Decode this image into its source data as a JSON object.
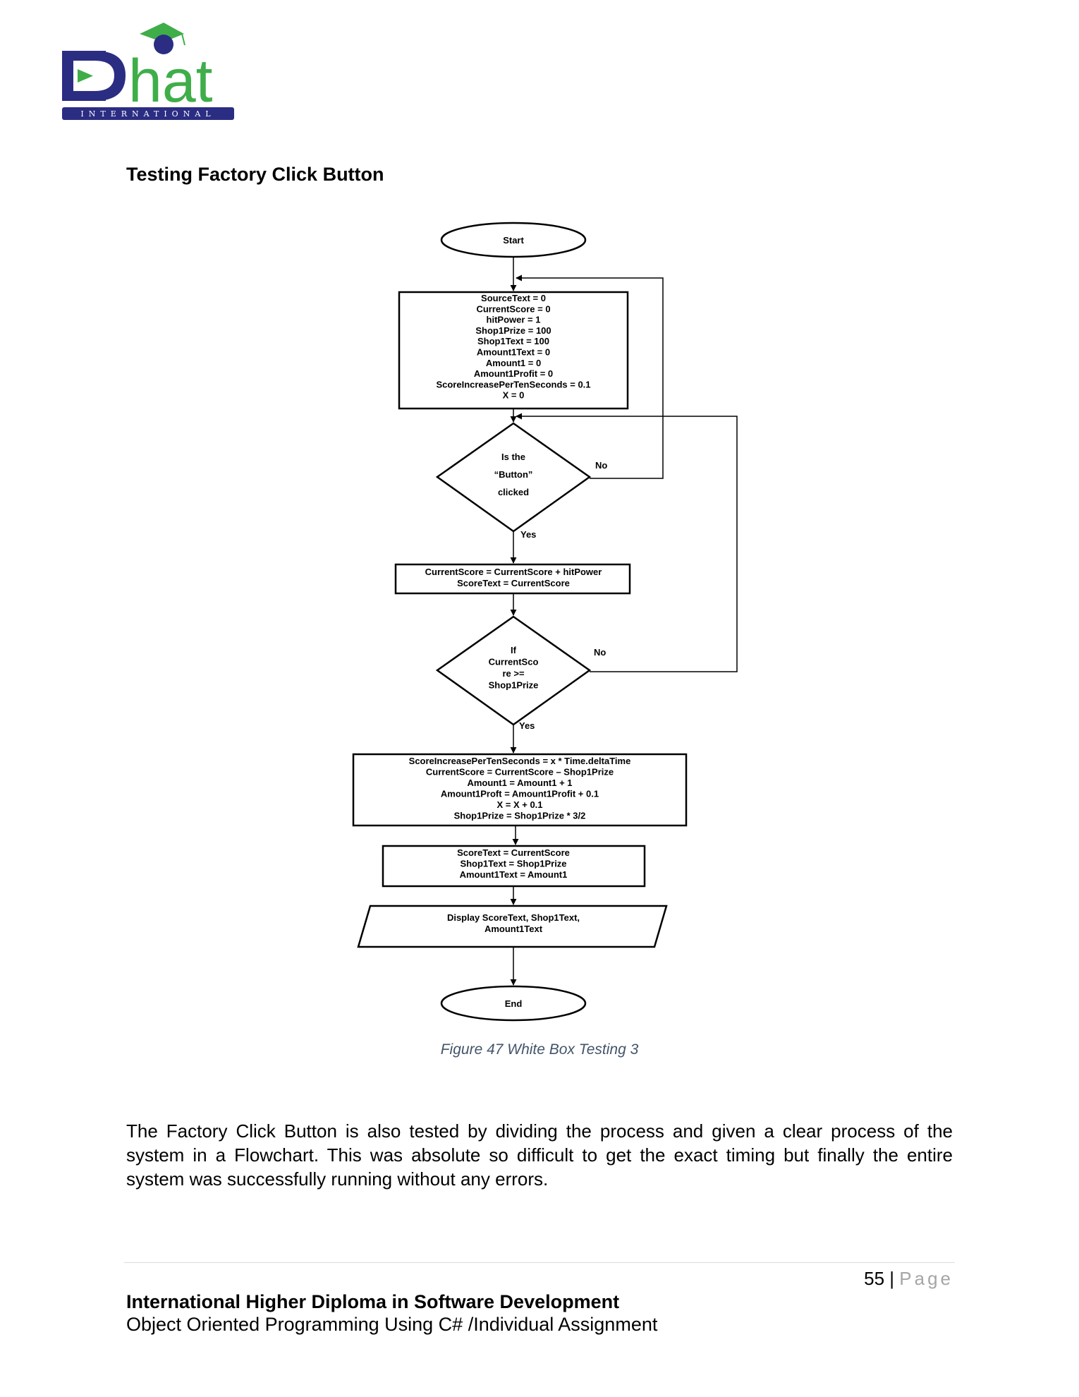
{
  "logo": {
    "letters": "hat",
    "tagline": "INTERNATIONAL",
    "colors": {
      "navy": "#2b2d83",
      "green": "#3fae49"
    }
  },
  "section_heading": "Testing Factory Click Button",
  "flowchart": {
    "start_label": "Start",
    "init_lines": [
      "SourceText = 0",
      "CurrentScore = 0",
      "hitPower = 1",
      "Shop1Prize = 100",
      "Shop1Text = 100",
      "Amount1Text = 0",
      "Amount1 = 0",
      "Amount1Profit = 0",
      "ScoreIncreasePerTenSeconds = 0.1",
      "X = 0"
    ],
    "decision1_lines": [
      "Is the",
      "“Button”",
      "clicked"
    ],
    "decision1_no": "No",
    "decision1_yes": "Yes",
    "update_score_lines": [
      "CurrentScore = CurrentScore + hitPower",
      "ScoreText = CurrentScore"
    ],
    "decision2_lines": [
      "If",
      "CurrentSco",
      "re >=",
      "Shop1Prize"
    ],
    "decision2_no": "No",
    "decision2_yes": "Yes",
    "purchase_lines": [
      "ScoreIncreasePerTenSeconds = x * Time.deltaTime",
      "CurrentScore = CurrentScore – Shop1Prize",
      "Amount1 = Amount1 + 1",
      "Amount1Proft = Amount1Profit + 0.1",
      "X = X + 0.1",
      "Shop1Prize = Shop1Prize * 3/2"
    ],
    "assign_text_lines": [
      "ScoreText = CurrentScore",
      "Shop1Text = Shop1Prize",
      "Amount1Text = Amount1"
    ],
    "display_lines": [
      "Display ScoreText, Shop1Text,",
      "Amount1Text"
    ],
    "end_label": "End"
  },
  "caption": "Figure 47 White Box Testing 3",
  "body_text": "The Factory Click Button is also tested by dividing the process and given a clear process of the system in a Flowchart. This was absolute so difficult to get the exact timing but finally the entire system was successfully running without any errors.",
  "footer": {
    "page_number": "55",
    "page_separator": "|",
    "page_word": "Page",
    "title": "International Higher Diploma in Software Development",
    "subtitle": "Object Oriented Programming Using C# /Individual Assignment"
  }
}
